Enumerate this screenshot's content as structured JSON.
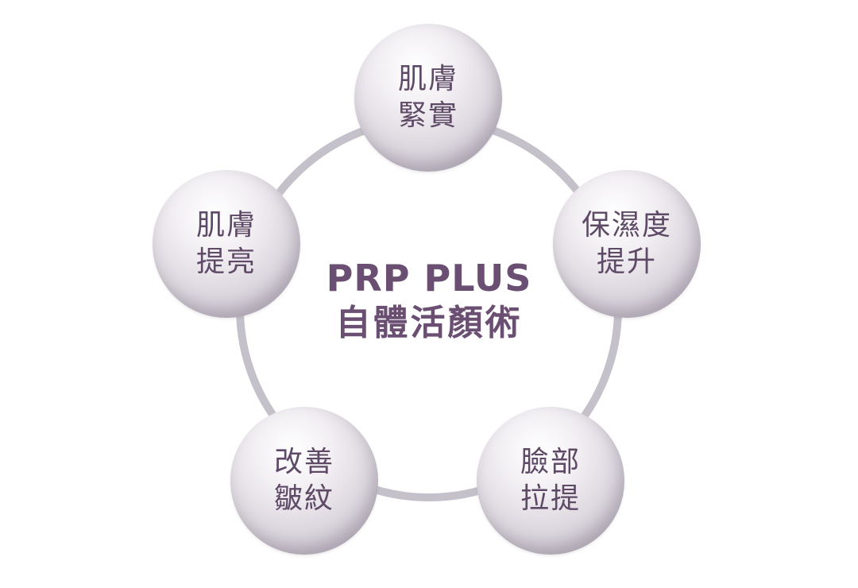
{
  "center": {
    "line1": "PRP PLUS",
    "line2": "自體活顏術"
  },
  "nodes": [
    {
      "id": "firming",
      "line1": "肌膚",
      "line2": "緊實"
    },
    {
      "id": "moisture",
      "line1": "保濕度",
      "line2": "提升"
    },
    {
      "id": "lifting",
      "line1": "臉部",
      "line2": "拉提"
    },
    {
      "id": "wrinkles",
      "line1": "改善",
      "line2": "皺紋"
    },
    {
      "id": "brightening",
      "line1": "肌膚",
      "line2": "提亮"
    }
  ],
  "colors": {
    "ring": "#c4c1cb",
    "title_text": "#6a4f72",
    "node_text": "#5e4a66",
    "bubble_highlight": "#ffffff",
    "bubble_shadow": "#b3adb7"
  }
}
